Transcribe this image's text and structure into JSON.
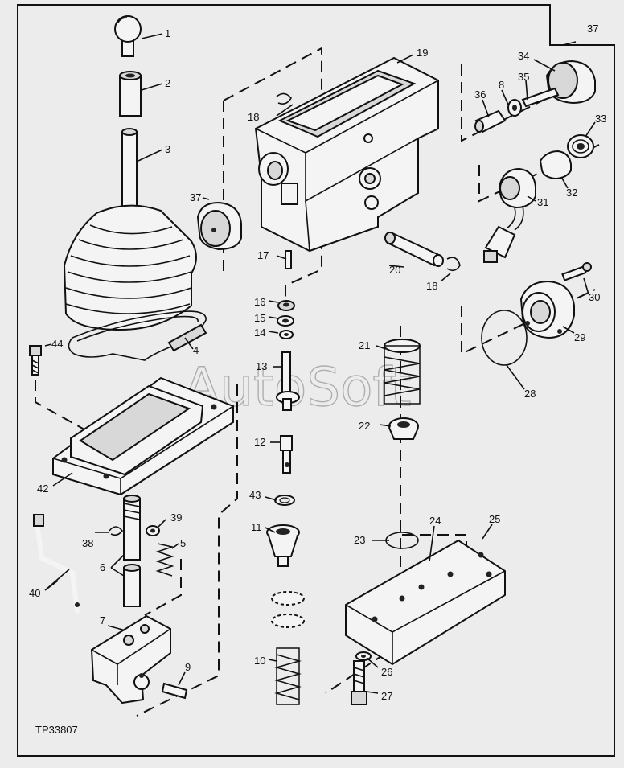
{
  "figure": {
    "reference_code": "TP33807",
    "watermark": "AutoSoft",
    "callouts": [
      "1",
      "2",
      "3",
      "4",
      "5",
      "6",
      "7",
      "8",
      "9",
      "10",
      "11",
      "12",
      "13",
      "14",
      "15",
      "16",
      "17",
      "18",
      "18",
      "19",
      "20",
      "21",
      "22",
      "23",
      "24",
      "25",
      "26",
      "27",
      "28",
      "29",
      "30",
      "31",
      "32",
      "33",
      "34",
      "35",
      "36",
      "37",
      "37",
      "38",
      "39",
      "40",
      "42",
      "43",
      "44"
    ]
  }
}
